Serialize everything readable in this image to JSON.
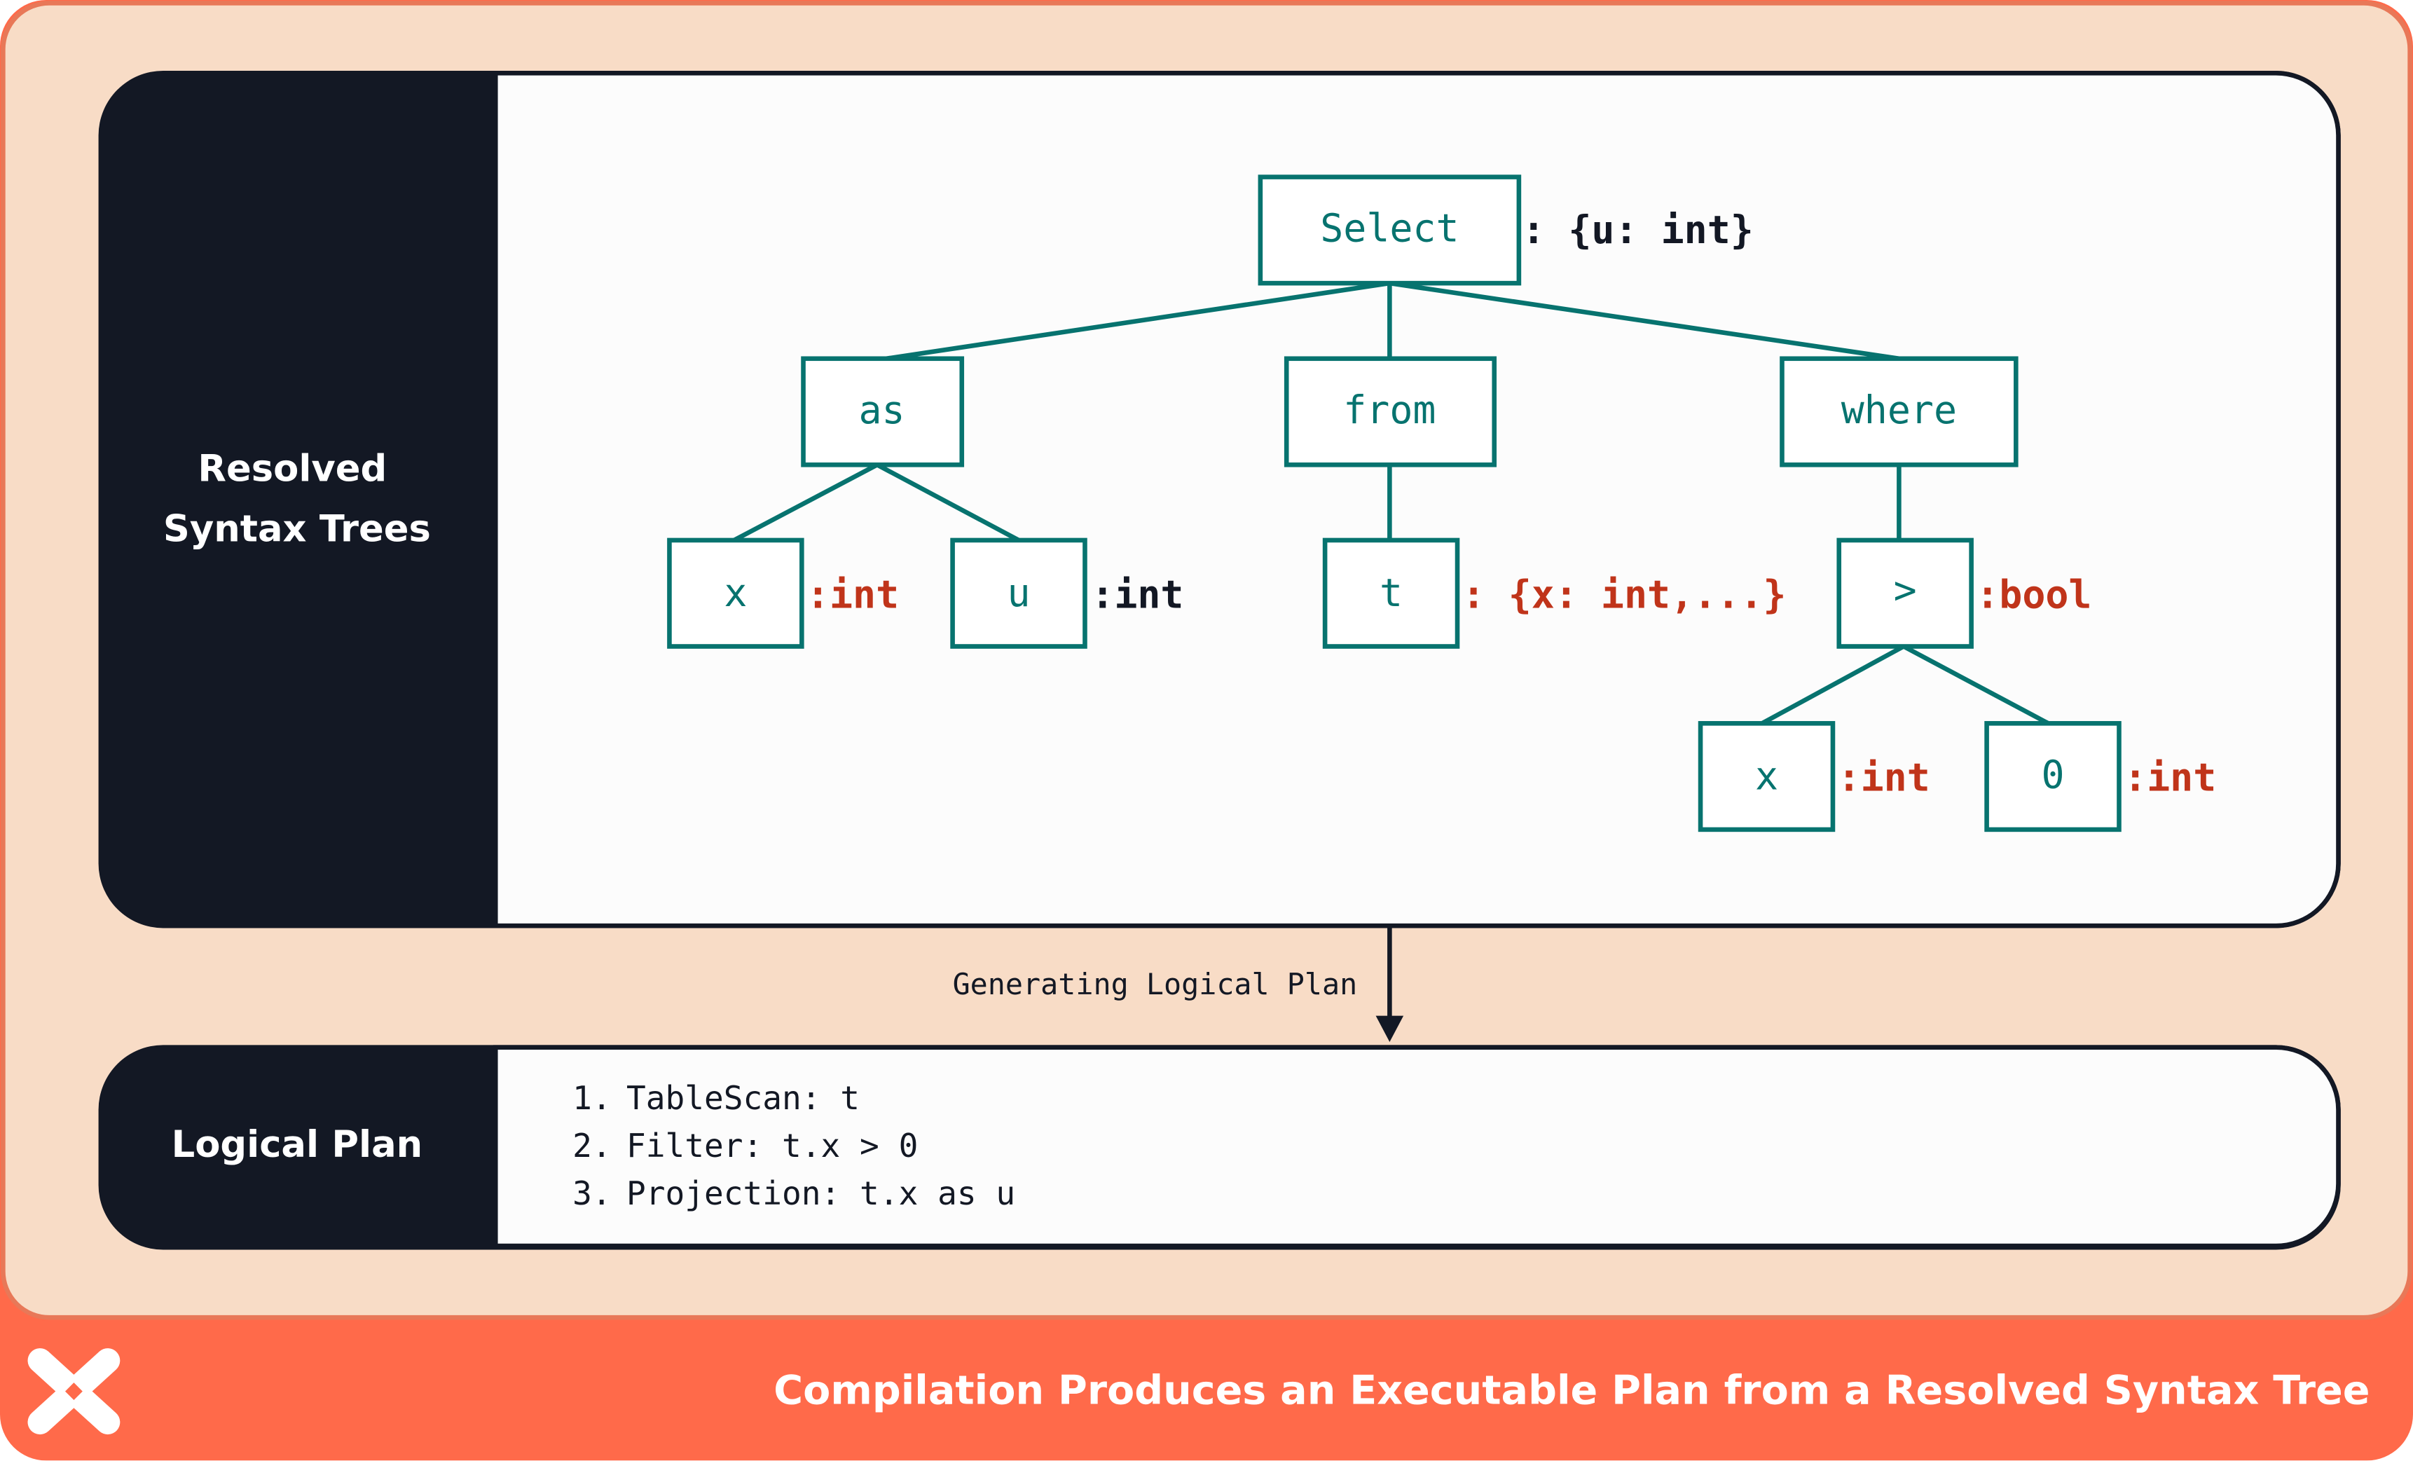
{
  "colors": {
    "background_panel": "#f8dcc6",
    "footer": "#ff6a4a",
    "dark": "#131824",
    "node": "#07736f",
    "type_error_red": "#c0341a",
    "type_ok": "#131824"
  },
  "syntax_trees": {
    "label_line1": "Resolved",
    "label_line2": "Syntax Trees",
    "nodes": {
      "select": "Select",
      "as": "as",
      "from": "from",
      "where": "where",
      "x": "x",
      "u": "u",
      "t": "t",
      "gt": ">",
      "x2": "x",
      "zero": "0"
    },
    "annotations": {
      "select_type": ": {u: int}",
      "x_type": ":int",
      "u_type": ":int",
      "t_type": ": {x: int,...}",
      "gt_type": ":bool",
      "x2_type": ":int",
      "zero_type": ":int"
    }
  },
  "arrow_label": "Generating Logical Plan",
  "logical_plan": {
    "label": "Logical Plan",
    "steps": [
      {
        "num": "1.",
        "text": "TableScan: t"
      },
      {
        "num": "2.",
        "text": "Filter: t.x > 0"
      },
      {
        "num": "3.",
        "text": "Projection: t.x as u"
      }
    ]
  },
  "footer": {
    "caption": "Compilation Produces an Executable Plan from a Resolved Syntax Tree",
    "logo": "dbt-logo"
  }
}
